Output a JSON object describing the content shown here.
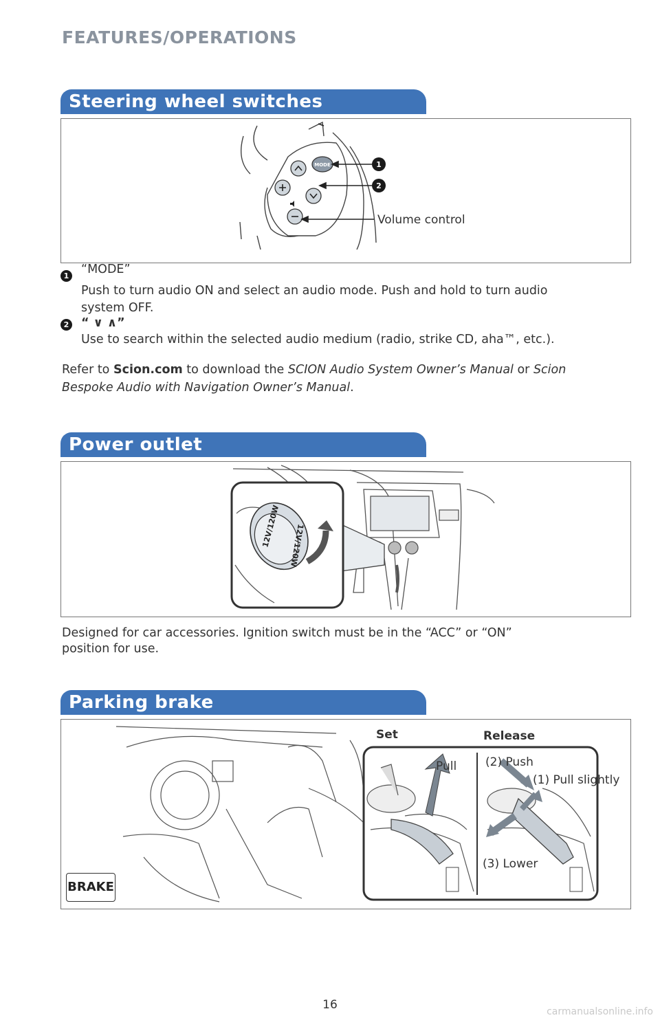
{
  "header": {
    "section": "FEATURES/OPERATIONS"
  },
  "steering": {
    "title": "Steering wheel switches",
    "volume_label": "Volume control",
    "mode_text": "MODE",
    "callout1": "1",
    "callout2": "2",
    "item1_heading": "“MODE”",
    "item1_line1": "Push to turn audio ON and select an audio mode. Push and hold to turn audio",
    "item1_line2": "system OFF.",
    "item2_heading": "“ ∨ ∧”",
    "item2_body": "Use to search within the selected audio medium (radio, strike CD, aha™, etc.).",
    "refer_a": "Refer to ",
    "refer_link": "Scion.com",
    "refer_b": " to download the ",
    "refer_manual1": "SCION Audio System Owner’s Manual",
    "refer_c": " or ",
    "refer_manual2a": "Scion",
    "refer_manual2b": "Bespoke Audio with Navigation Owner’s Manual",
    "refer_end": "."
  },
  "power": {
    "title": "Power outlet",
    "cap_text1": "12V/120W",
    "cap_text2": "12V/120W",
    "desc_line1": "Designed for car accessories. Ignition switch must be in the “ACC” or “ON”",
    "desc_line2": "position for use."
  },
  "brake": {
    "title": "Parking brake",
    "set": "Set",
    "release": "Release",
    "pull": "Pull",
    "push": "(2) Push",
    "pull_slightly": "(1) Pull slightly",
    "lower": "(3) Lower",
    "badge": "BRAKE"
  },
  "footer": {
    "page_number": "16",
    "watermark": "carmanualsonline.info"
  }
}
